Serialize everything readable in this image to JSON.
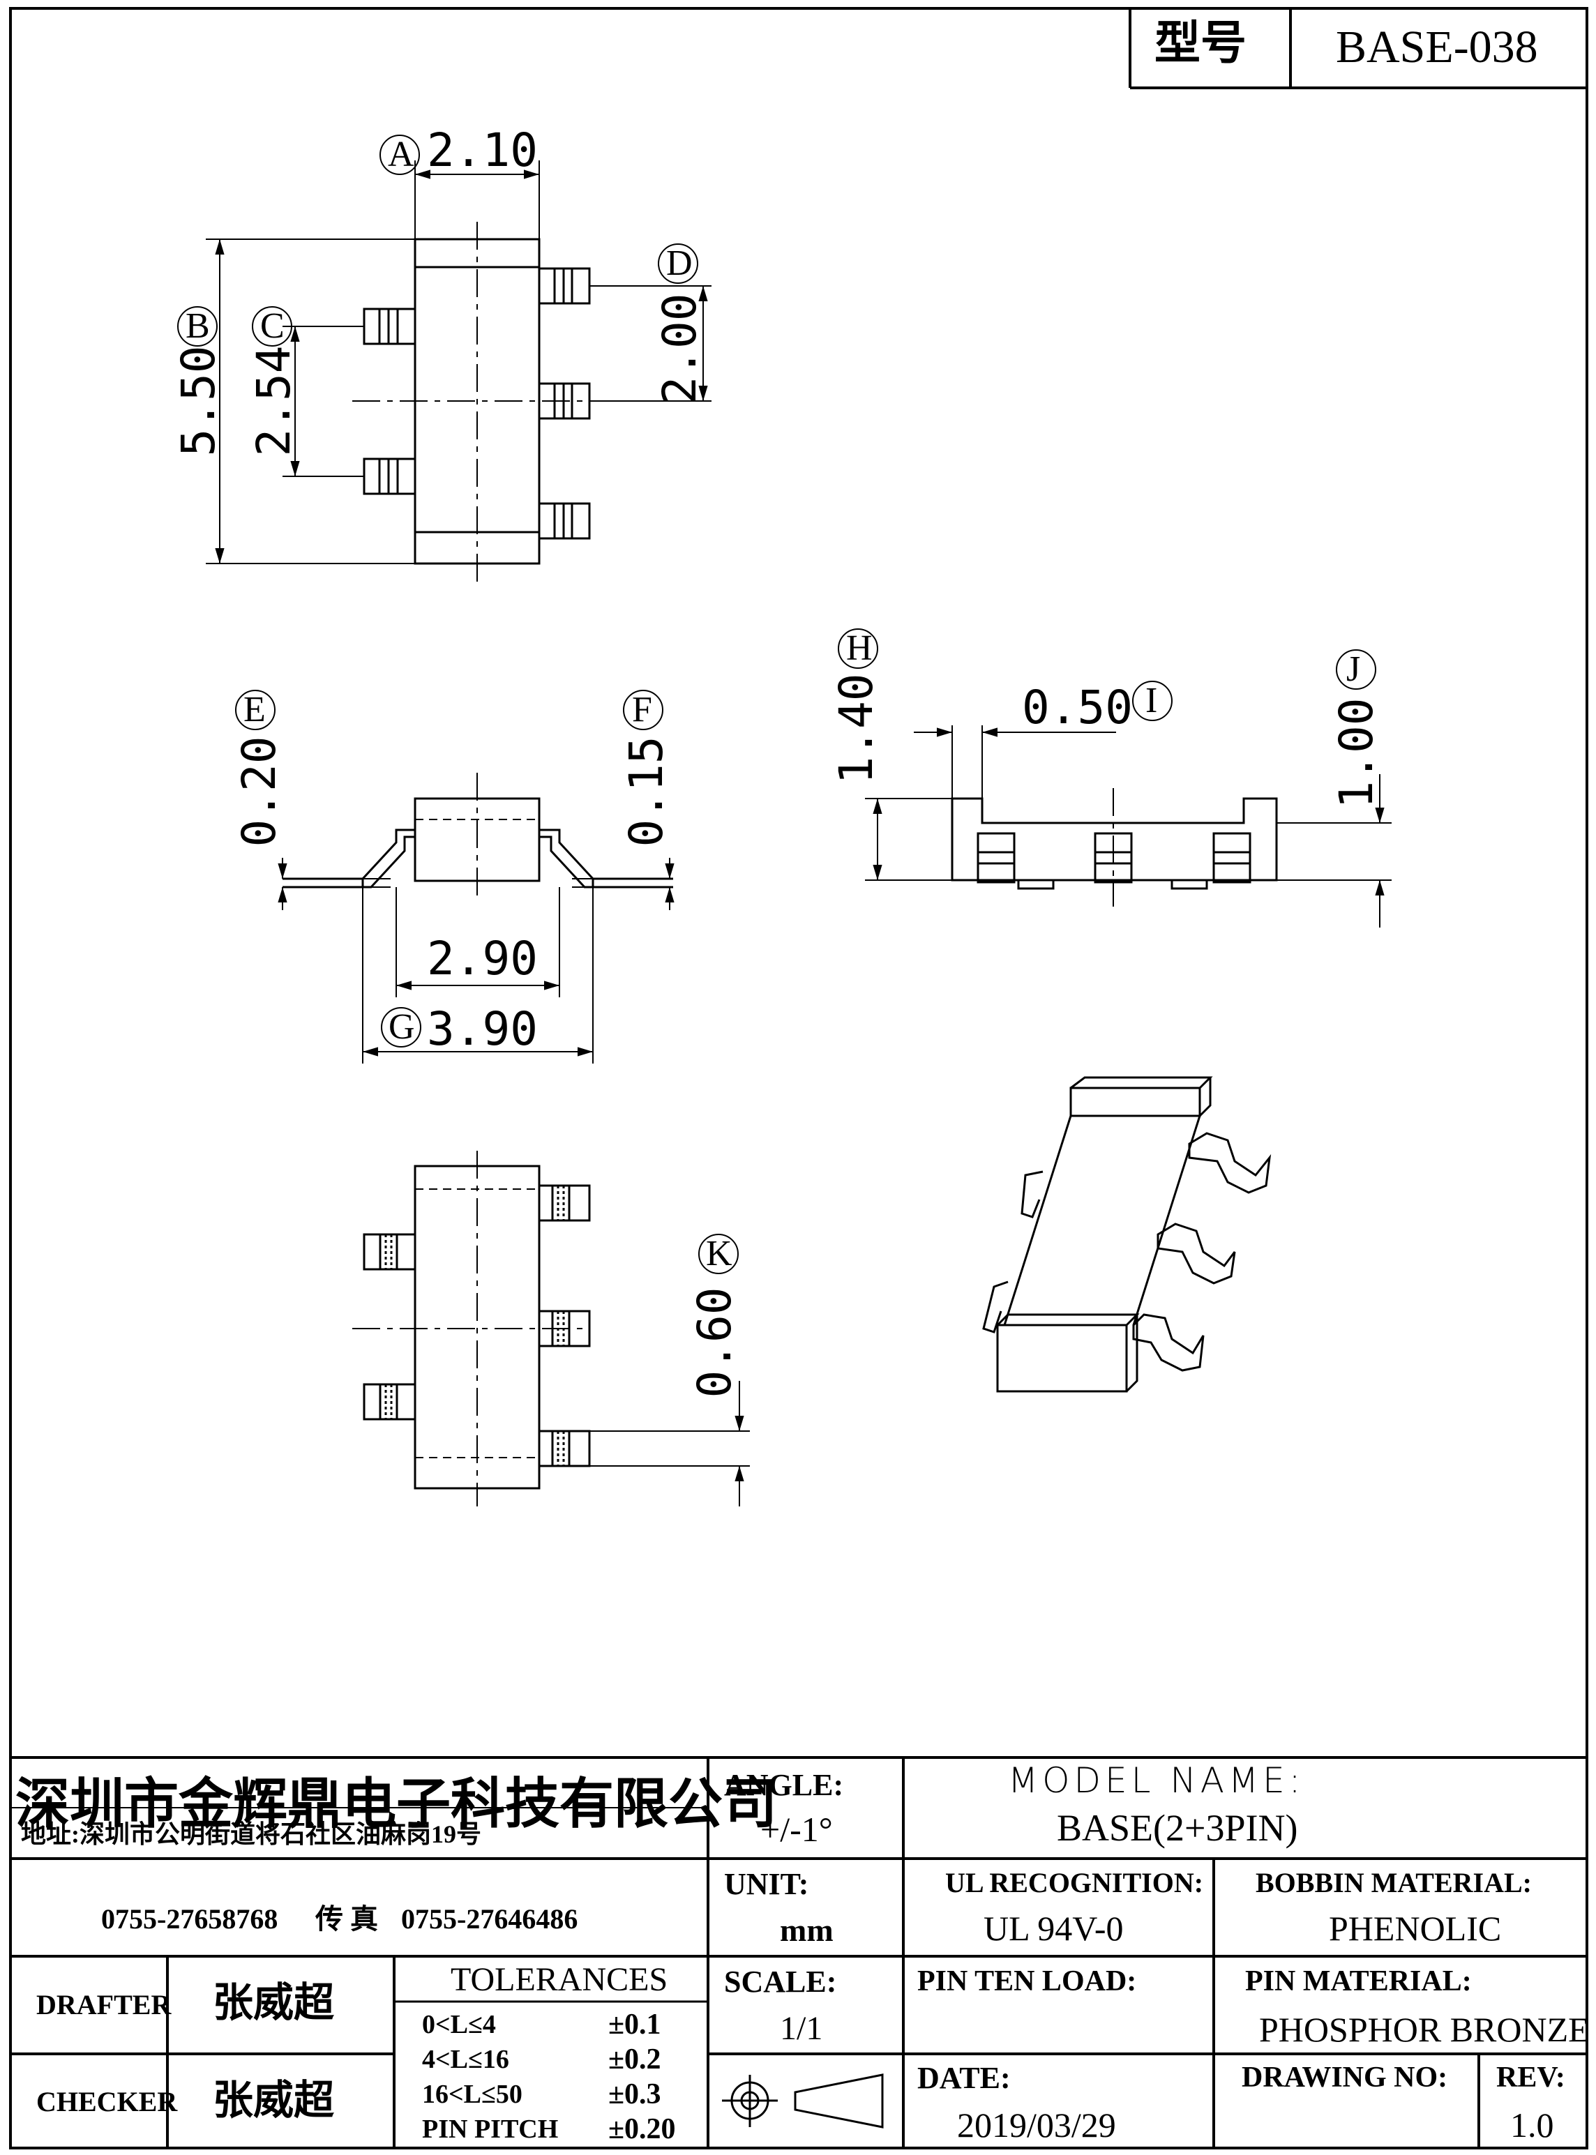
{
  "title_block": {
    "model_label": "型号",
    "model_value": "BASE-038",
    "company": "深圳市金辉鼎电子科技有限公司",
    "address": "地址:深圳市公明街道将石社区油麻岗19号",
    "phone": "0755-27658768",
    "fax_label": "传 真",
    "fax": "0755-27646486",
    "angle_label": "ANGLE:",
    "angle_value": "+/-1°",
    "unit_label": "UNIT:",
    "unit_value": "mm",
    "scale_label": "SCALE:",
    "scale_value": "1/1",
    "model_name_label": "MODEL NAME:",
    "model_name_value": "BASE(2+3PIN)",
    "ul_label": "UL RECOGNITION:",
    "ul_value": "UL 94V-0",
    "bobbin_label": "BOBBIN MATERIAL:",
    "bobbin_value": "PHENOLIC",
    "pin_load_label": "PIN TEN LOAD:",
    "pin_material_label": "PIN MATERIAL:",
    "pin_material_value": "PHOSPHOR BRONZE",
    "date_label": "DATE:",
    "date_value": "2019/03/29",
    "drawing_no_label": "DRAWING NO:",
    "rev_label": "REV:",
    "rev_value": "1.0",
    "drafter_label": "DRAFTER",
    "drafter_name": "张威超",
    "checker_label": "CHECKER",
    "checker_name": "张威超",
    "tolerances_title": "TOLERANCES",
    "tolerances": [
      {
        "range": "0<L≤4",
        "value": "±0.1"
      },
      {
        "range": "4<L≤16",
        "value": "±0.2"
      },
      {
        "range": "16<L≤50",
        "value": "±0.3"
      },
      {
        "range": "PIN PITCH",
        "value": "±0.20"
      }
    ]
  },
  "dimensions": {
    "a": "2.10",
    "b": "5.50",
    "c": "2.54",
    "d": "2.00",
    "e": "0.20",
    "f": "0.15",
    "g": "3.90",
    "g_inner": "2.90",
    "h": "1.40",
    "i": "0.50",
    "j": "1.00",
    "k": "0.60"
  },
  "markers": {
    "a": "A",
    "b": "B",
    "c": "C",
    "d": "D",
    "e": "E",
    "f": "F",
    "g": "G",
    "h": "H",
    "i": "I",
    "j": "J",
    "k": "K"
  }
}
